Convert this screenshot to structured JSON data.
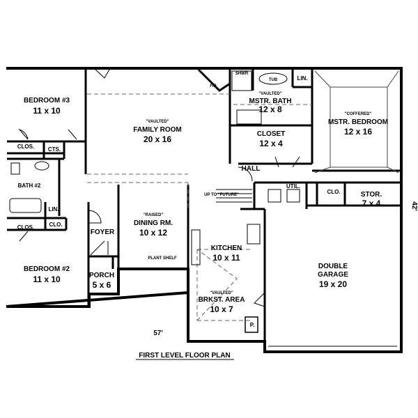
{
  "plan": {
    "title": "FIRST LEVEL FLOOR PLAN",
    "width_dim": "57'",
    "depth_dim": "42'"
  },
  "rooms": {
    "bedroom3": {
      "name": "BEDROOM #3",
      "size": "11 x 10"
    },
    "family": {
      "note": "\"VAULTED\"",
      "name": "FAMILY ROOM",
      "size": "20 x 16"
    },
    "fp": "F/P",
    "shwr": "SHWR",
    "tub": "TUB",
    "lin_bath": "LIN.",
    "mstr_bath": {
      "note": "\"VAULTED\"",
      "name": "MSTR. BATH",
      "size": "12 x 8"
    },
    "closet": {
      "name": "CLOSET",
      "size": "12 x 4"
    },
    "mstr_bed": {
      "note": "\"COFFERED\"",
      "name": "MSTR. BEDROOM",
      "size": "12 x 16"
    },
    "clos1": "CLOS.",
    "cts": "CTS.",
    "hall": "HALL",
    "bath2": "BATH #2",
    "lin2": "LIN.",
    "clos2": "CLOS.",
    "clo3": "CLO.",
    "up_to_future": "UP TO \"FUTURE\"",
    "util": "UTIL.",
    "clo4": "CLO.",
    "stor": {
      "name": "STOR.",
      "size": "7 x 4"
    },
    "foyer": "FOYER",
    "dining": {
      "note": "\"RAISED\"",
      "name": "DINING RM.",
      "size": "10 x 12"
    },
    "plant_shelf": "PLANT SHELF",
    "kitchen": {
      "name": "KITCHEN",
      "size": "10 x 11"
    },
    "garage": {
      "name1": "DOUBLE",
      "name2": "GARAGE",
      "size": "19 x 20"
    },
    "bedroom2": {
      "name": "BEDROOM #2",
      "size": "11 x 10"
    },
    "porch": {
      "name": "PORCH",
      "size": "5 x 6"
    },
    "brkst": {
      "note": "\"VAULTED\"",
      "name": "BRKST. AREA",
      "size": "10 x 7"
    },
    "pantry": "P."
  }
}
